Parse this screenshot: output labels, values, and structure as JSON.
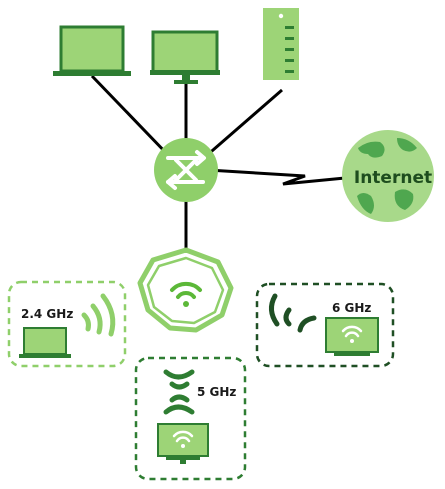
{
  "colors": {
    "device_fill": "#9dd477",
    "device_dark": "#2e7d32",
    "line": "#000000",
    "dashed_light": "#8fcf6a",
    "dashed_dark": "#2e6a34",
    "globe": "#a8d98a",
    "continent": "#4fa74f"
  },
  "icons": {
    "laptop_top": "laptop-icon",
    "monitor_top": "desktop-monitor-icon",
    "server": "server-tower-icon",
    "router": "router-switch-icon",
    "globe": "internet-globe-icon",
    "access_point": "wifi-access-point-icon",
    "wifi_waves": "wifi-waves-icon",
    "monitor_wifi": "monitor-wifi-icon",
    "laptop_client": "laptop-icon"
  },
  "labels": {
    "internet": "Internet",
    "band_24": "2.4 GHz",
    "band_5": "5 GHz",
    "band_6": "6 GHz"
  }
}
